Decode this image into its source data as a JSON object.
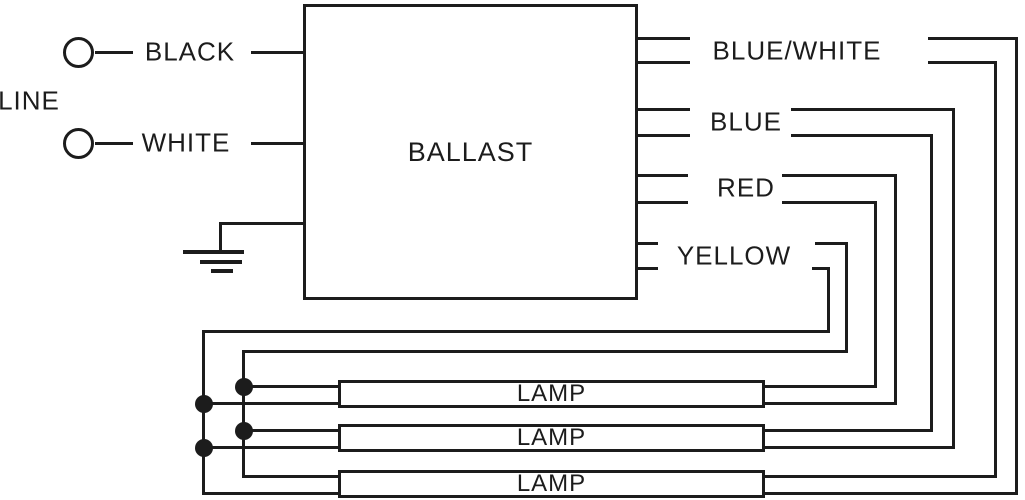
{
  "line_section": {
    "label": "LINE",
    "terminals": [
      {
        "wire_label": "BLACK"
      },
      {
        "wire_label": "WHITE"
      }
    ]
  },
  "ballast": {
    "label": "BALLAST"
  },
  "output_wires": [
    {
      "label": "BLUE/WHITE",
      "leads": 2,
      "connects_to": "lamp 3"
    },
    {
      "label": "BLUE",
      "leads": 2,
      "connects_to": "lamp 2"
    },
    {
      "label": "RED",
      "leads": 2,
      "connects_to": "lamp 1"
    },
    {
      "label": "YELLOW",
      "leads": 2,
      "connects_to": "common side of all lamps"
    }
  ],
  "lamps": [
    {
      "label": "LAMP"
    },
    {
      "label": "LAMP"
    },
    {
      "label": "LAMP"
    }
  ],
  "ground": {
    "present": true
  },
  "junction_dots": 4,
  "colors": {
    "line": "#1c1c1c",
    "background": "#ffffff"
  }
}
